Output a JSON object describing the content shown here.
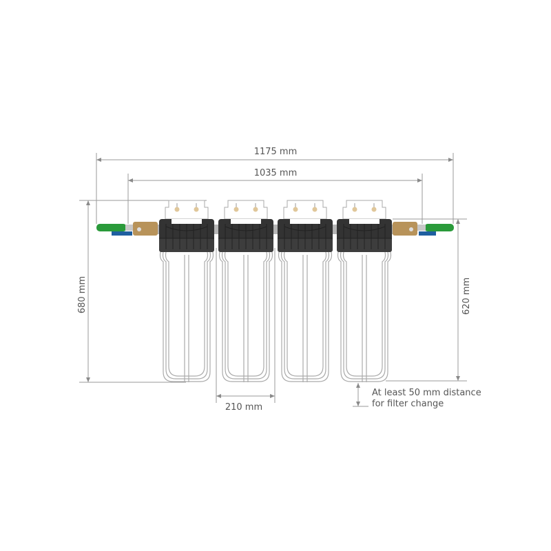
{
  "dimensions": {
    "overall_width": "1175 mm",
    "connection_width": "1035 mm",
    "overall_height": "680 mm",
    "connection_height": "620 mm",
    "filter_spacing": "210 mm",
    "clearance_line1": "At least 50 mm distance",
    "clearance_line2": "for filter change"
  },
  "filter_count": 4,
  "colors": {
    "cap": "#333333",
    "valve_handle": "#2a9a3a",
    "valve_base": "#1f5fa0",
    "brass": "#b8935a",
    "dimension_line": "#999999",
    "bowl_outline": "#aaaaaa"
  }
}
